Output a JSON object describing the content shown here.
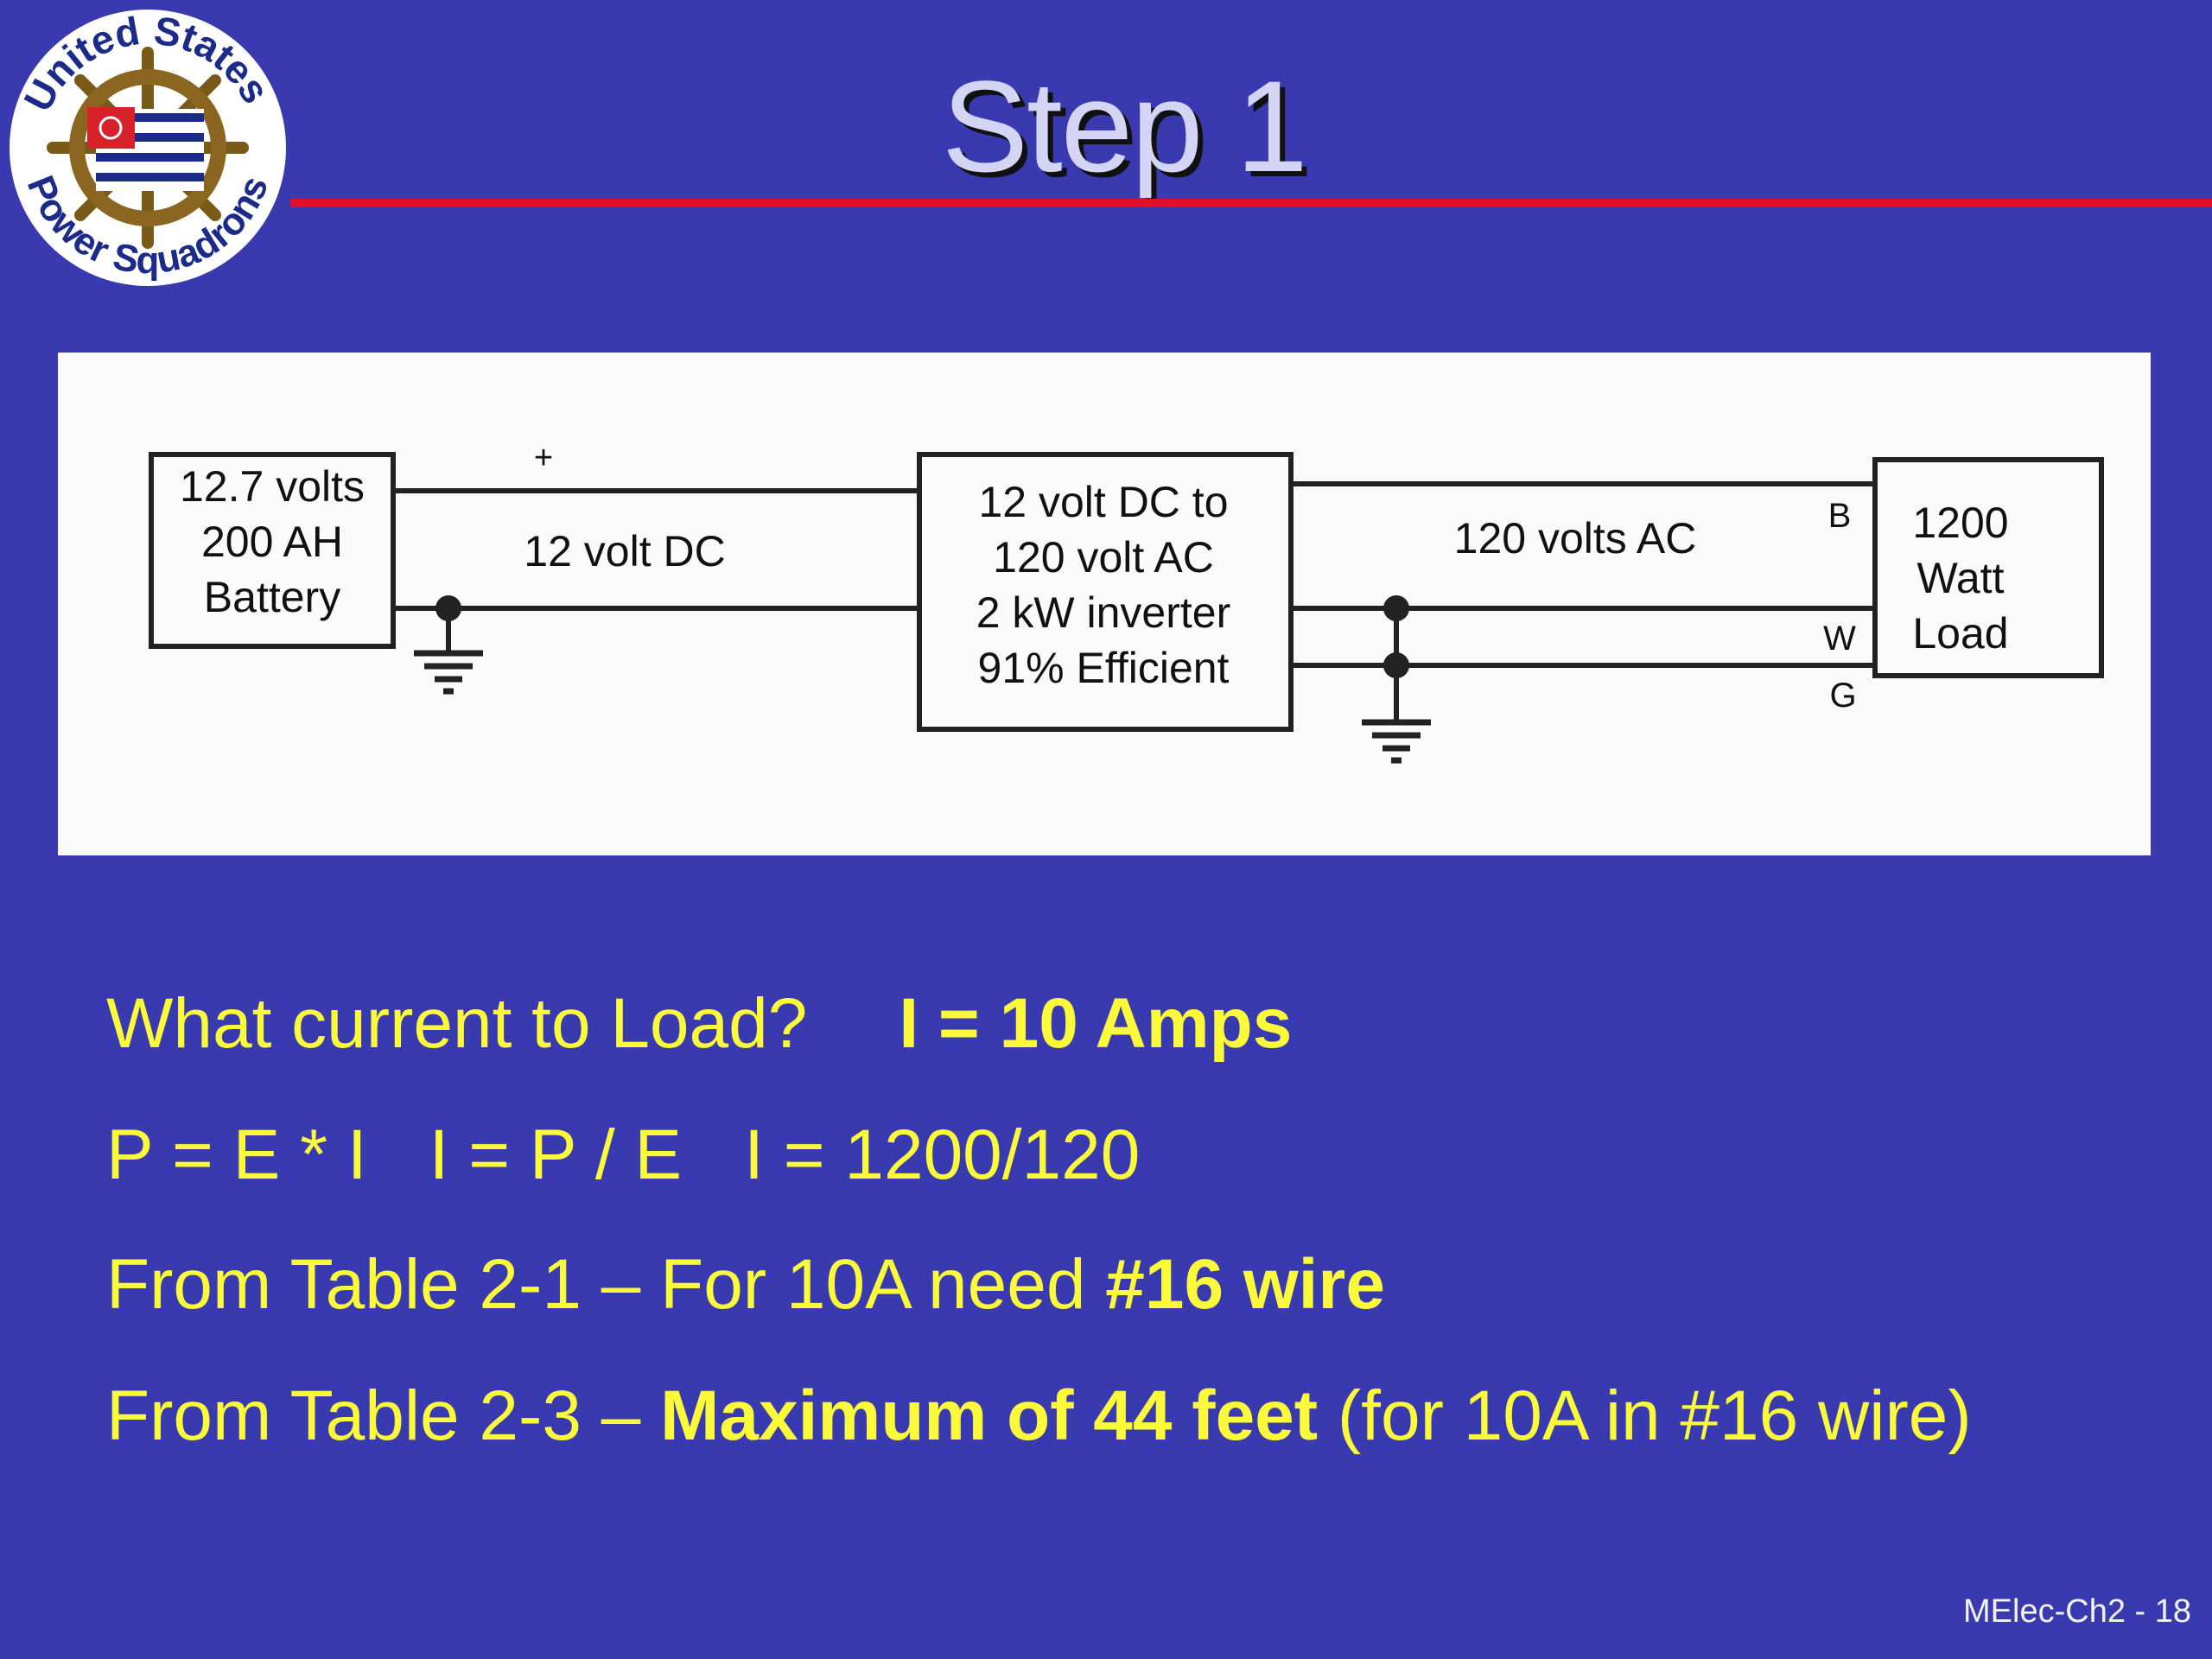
{
  "slide": {
    "title": "Step 1",
    "footer": "MElec-Ch2 - 18"
  },
  "logo": {
    "top_text": "United States",
    "bottom_text": "Power Squadrons"
  },
  "diagram": {
    "battery": [
      "12.7 volts",
      "200 AH",
      "Battery"
    ],
    "plus_sign": "+",
    "dc_label": "12 volt DC",
    "inverter": [
      "12 volt DC to",
      "120 volt AC",
      "2 kW inverter",
      "91% Efficient"
    ],
    "ac_label": "120 volts AC",
    "wire_b": "B",
    "wire_w": "W",
    "wire_g": "G",
    "load": [
      "1200",
      "Watt",
      "Load"
    ]
  },
  "body": {
    "q_text": "What current to Load?",
    "q_answer": "I = 10 Amps",
    "f1": "P = E * I",
    "f2": "I = P / E",
    "f3": "I = 1200/120",
    "t21_prefix": "From Table 2-1 – For 10A need ",
    "t21_bold": "#16 wire",
    "t23_prefix": "From Table 2-3 – ",
    "t23_bold": "Maximum of 44 feet",
    "t23_suffix": " (for 10A in #16 wire)"
  },
  "colors": {
    "background": "#3a3ab0",
    "accent_rule": "#e0102a",
    "body_text": "#fafa3a",
    "title_text": "#d4d4f4"
  }
}
